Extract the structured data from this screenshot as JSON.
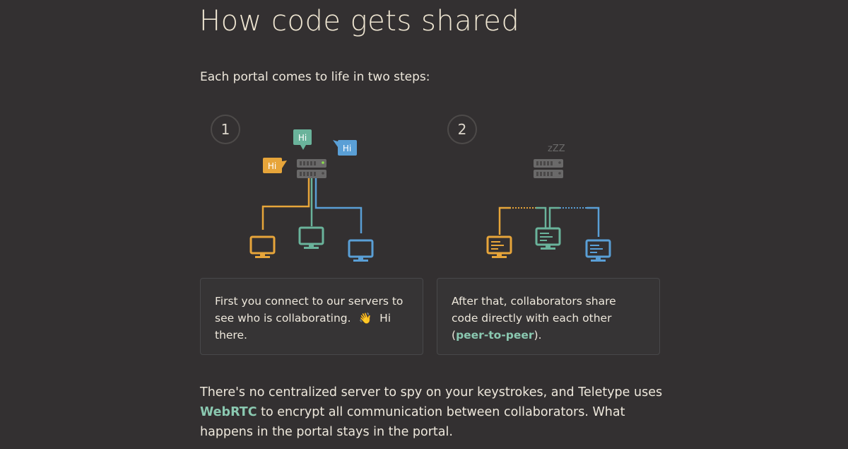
{
  "heading": "How code gets shared",
  "intro": "Each portal comes to life in two steps:",
  "steps": [
    {
      "number": "1",
      "bubbles": [
        "Hi",
        "Hi",
        "Hi"
      ],
      "text_before": "First you connect to our servers to see who is collaborating.",
      "wave_emoji": "👋",
      "text_after": "Hi there."
    },
    {
      "number": "2",
      "sleep_text": "zZZ",
      "text_before": "After that, collaborators share code directly with each other (",
      "link": "peer-to-peer",
      "text_after": ")."
    }
  ],
  "outro": {
    "before": "There's no centralized server to spy on your keystrokes, and Teletype uses ",
    "link": "WebRTC",
    "after": " to encrypt all communication between collaborators. What happens in the portal stays in the portal."
  },
  "colors": {
    "background": "#333031",
    "orange": "#e7a53a",
    "teal": "#6ab39b",
    "blue": "#5a9fd6",
    "server": "#6a6969",
    "link": "#8ac8b0"
  },
  "icons": [
    "server-icon",
    "monitor-icon",
    "chat-bubble-icon",
    "sleep-icon",
    "waving-hand-icon"
  ]
}
